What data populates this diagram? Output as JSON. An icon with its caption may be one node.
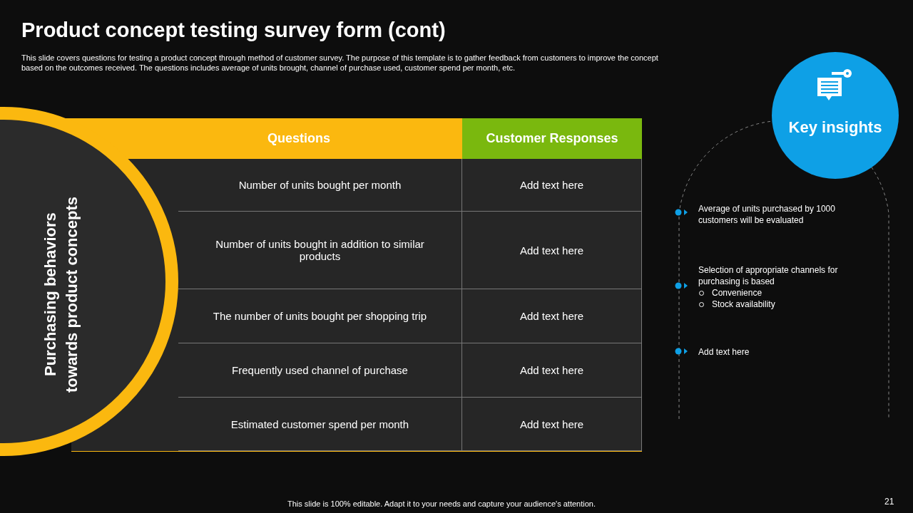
{
  "diagram": {
    "title": "Product concept testing survey form (cont)",
    "nodes": [
      {
        "text": [
          "Purchasing behaviors towards product concepts"
        ]
      },
      {
        "text": [
          "Key insights"
        ]
      }
    ],
    "labels": [
      "This slide covers questions for testing a product concept through method of customer survey. The purpose of this template is to gather feedback from customers to improve the concept based on the outcomes received. The questions includes average of units brought, channel of purchase used, customer spend per month, etc.",
      "Questions",
      "Customer Responses",
      "Number of units bought per month",
      "Add text here",
      "Number of units bought in addition to similar products",
      "Add text here",
      "The number of units bought per shopping trip",
      "Add text here",
      "Frequently used channel of purchase",
      "Add text here",
      "Estimated customer spend per month",
      "Add text here",
      "Average of units purchased by 1000 customers will be evaluated",
      "Selection of appropriate channels for purchasing is based",
      "Convenience",
      "Stock availability",
      "Add text here",
      "This slide is 100% editable. Adapt it to your needs and capture your audience's attention.",
      "21"
    ]
  }
}
